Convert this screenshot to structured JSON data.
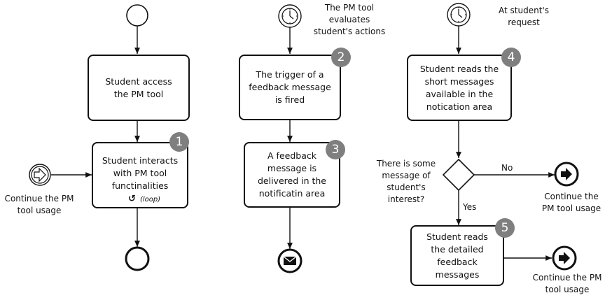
{
  "column1": {
    "task_access": "Student access the PM tool",
    "task_interact": "Student interacts with PM tool functinalities",
    "loop_label": "(loop)",
    "badge_interact": "1",
    "link_event_label": "Continue the PM tool usage"
  },
  "column2": {
    "timer_label": "The PM tool evaluates student's actions",
    "task_trigger": "The trigger of a feedback message is fired",
    "badge_trigger": "2",
    "task_deliver": "A feedback message is delivered in the notificatin area",
    "badge_deliver": "3"
  },
  "column3": {
    "timer_label": "At student's request",
    "task_read_short": "Student reads the short messages available in the notication area",
    "badge_read_short": "4",
    "gateway_question": "There is some message of student's interest?",
    "no_label": "No",
    "yes_label": "Yes",
    "continue_no_label": "Continue the PM tool usage",
    "task_read_detailed": "Student reads the detailed feedback messages",
    "badge_read_detailed": "5",
    "continue_end_label": "Continue the PM tool usage"
  }
}
